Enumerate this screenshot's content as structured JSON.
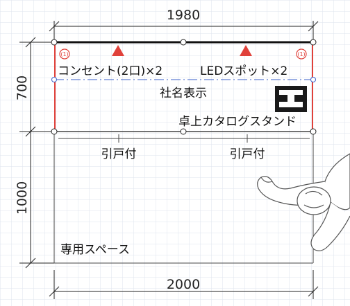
{
  "dimensions": {
    "top_width": "1980",
    "bottom_width": "2000",
    "counter_depth": "700",
    "space_depth": "1000"
  },
  "labels": {
    "outlet": "コンセント(2口)×2",
    "spotlight": "LEDスポット×2",
    "company_sign": "社名表示",
    "catalog_stand": "卓上カタログスタンド",
    "door_left": "引戸付",
    "door_right": "引戸付",
    "exclusive_space": "専用スペース"
  },
  "symbols": {
    "outlet_mark": "(1)",
    "spotlight_icon": "red-triangle-icon",
    "stand_icon": "catalog-stand-icon",
    "person_icon": "person-topview-icon"
  },
  "colors": {
    "grid": "#dde3ee",
    "line": "#222222",
    "accent_red": "#e0413a",
    "sign_blue": "#3a5fc8"
  }
}
